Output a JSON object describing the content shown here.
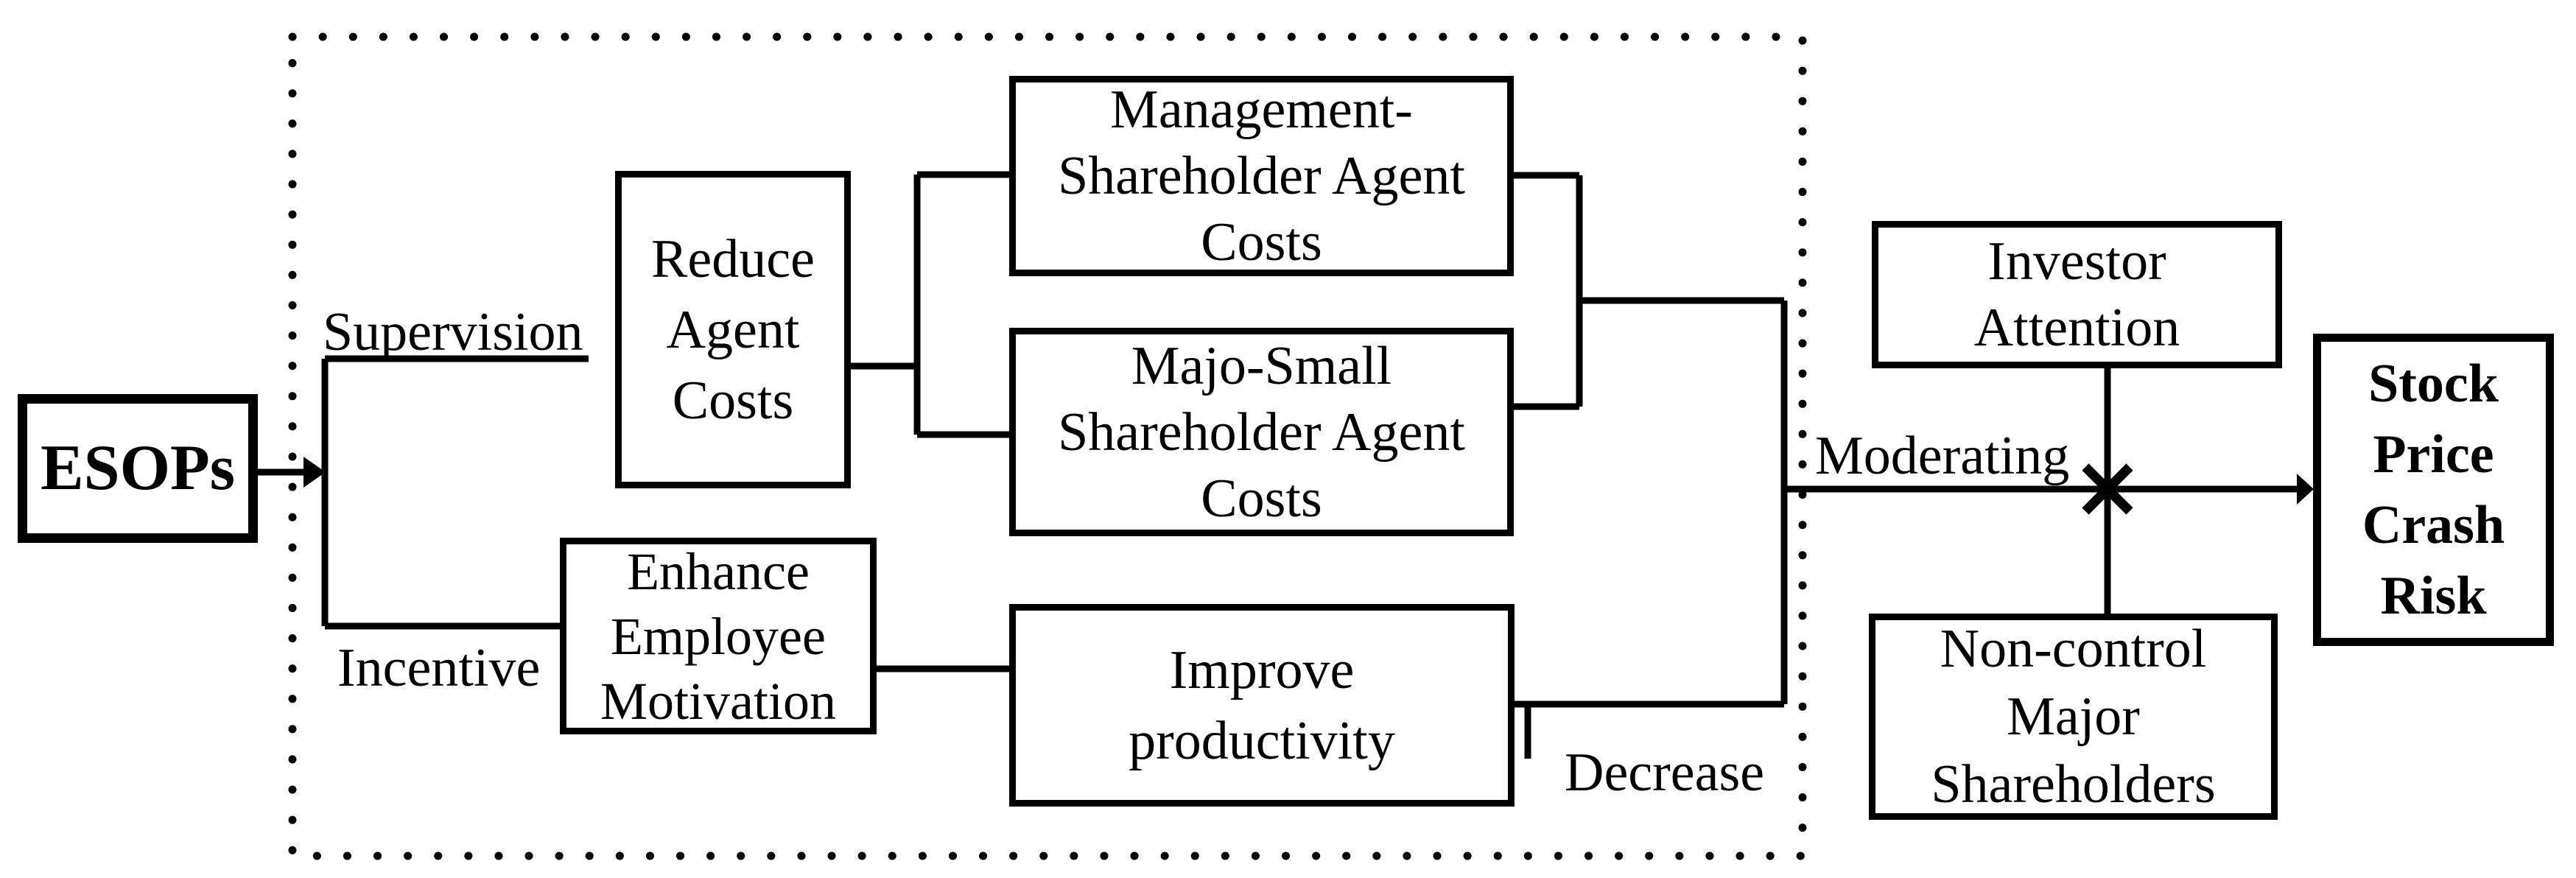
{
  "diagram": {
    "title": "ESOPs and Stock Price Crash Risk mechanism diagram",
    "colors": {
      "line": "#000000",
      "background": "#ffffff",
      "text": "#000000"
    },
    "nodes": {
      "esops": {
        "label": "ESOPs"
      },
      "reduce_agent_costs": {
        "label": "Reduce\nAgent\nCosts"
      },
      "management_shareholder_agent_costs": {
        "label": "Management-\nShareholder Agent\nCosts"
      },
      "majo_small_shareholder_agent_costs": {
        "label": "Majo-Small\nShareholder Agent\nCosts"
      },
      "enhance_employee_motivation": {
        "label": "Enhance\nEmployee\nMotivation"
      },
      "improve_productivity": {
        "label": "Improve\nproductivity"
      },
      "investor_attention": {
        "label": "Investor\nAttention"
      },
      "non_control_major_shareholders": {
        "label": "Non-control\nMajor\nShareholders"
      },
      "stock_price_crash_risk": {
        "label": "Stock\nPrice\nCrash\nRisk"
      }
    },
    "edge_labels": {
      "supervision": "Supervision",
      "incentive": "Incentive",
      "moderating": "Moderating",
      "decrease": "Decrease"
    }
  }
}
